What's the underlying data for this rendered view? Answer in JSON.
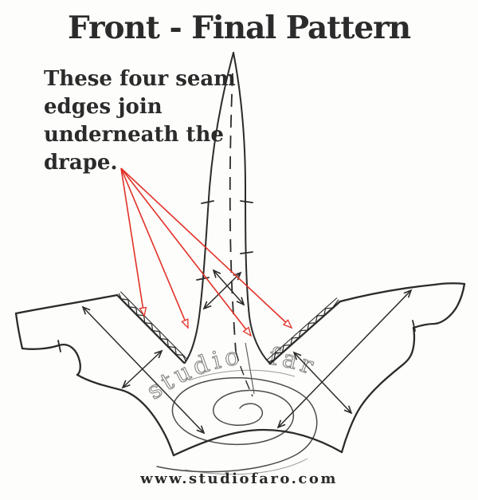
{
  "title": {
    "text": "Front - Final Pattern"
  },
  "annotation": {
    "lines": [
      "These four seam",
      "edges join",
      "underneath the",
      "drape."
    ],
    "full_text": "These four seam edges join underneath the drape."
  },
  "watermark": {
    "text": "studio faro"
  },
  "footer": {
    "text": "www.studiofaro.com"
  },
  "colors": {
    "ink": "#2b2b2b",
    "callout_red": "#e23128",
    "watermark_gray": "#858585",
    "bg": "#fdfdfb"
  },
  "figure": {
    "description": "Hand-drawn sewing pattern piece (front bodice with cowl drape), four red arrows pointing to the four seam edges that join under the drape, spiral swirl marking the drape area"
  }
}
